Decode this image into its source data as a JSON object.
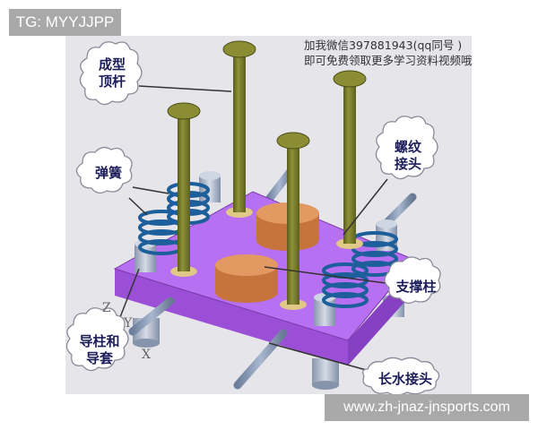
{
  "watermarks": {
    "top": "TG: MYYJJPP",
    "bottom": "www.zh-jnaz-jnsports.com"
  },
  "promo": {
    "line1": "加我微信397881943(qq同号 )",
    "line2": "即可免费领取更多学习资料视频哦"
  },
  "labels": {
    "ejector_pin": {
      "line1": "成型",
      "line2": "顶杆"
    },
    "spring": {
      "line1": "弹簧"
    },
    "thread_joint": {
      "line1": "螺纹",
      "line2": "接头"
    },
    "support_pillar": {
      "line1": "支撑柱"
    },
    "guide_post": {
      "line1": "导柱和",
      "line2": "导套"
    },
    "water_joint": {
      "line1": "长水接头"
    }
  },
  "axes": {
    "z": "Z",
    "y": "Y",
    "x": "X"
  },
  "colors": {
    "panel_bg": "#e6e5ea",
    "plate": "#b66ef0",
    "pin": "#7b7e2e",
    "spring": "#1d5f9a",
    "support": "#d98c55",
    "watermark_bg": "#a9a9a9"
  }
}
